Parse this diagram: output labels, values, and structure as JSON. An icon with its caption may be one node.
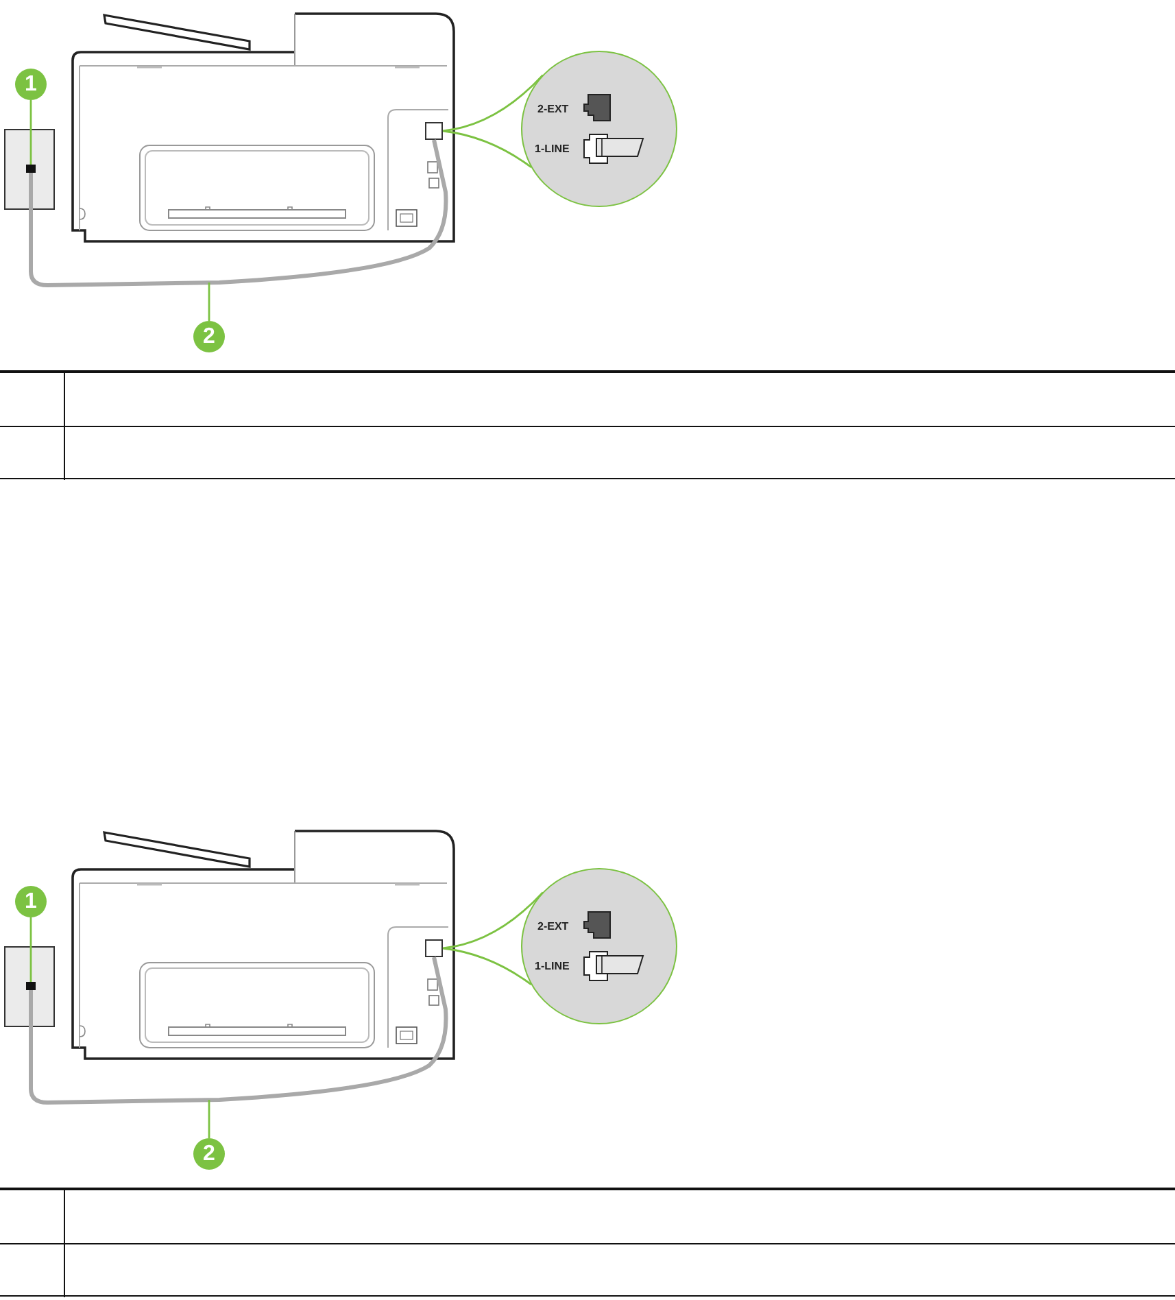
{
  "diagram": {
    "nodes": [
      {
        "text": [
          "1"
        ]
      },
      {
        "text": [],
        "shape": "box"
      },
      {
        "text": [],
        "shape": "box",
        "in": 1
      },
      {
        "text": [],
        "shape": "picture"
      },
      {
        "text": [],
        "shape": "box",
        "in": 3
      },
      {
        "text": [
          "2-EXT",
          "1-LINE"
        ]
      },
      {
        "text": [
          "2"
        ]
      },
      {
        "text": [
          "1"
        ]
      },
      {
        "text": [],
        "shape": "box"
      },
      {
        "text": [],
        "shape": "box",
        "in": 8
      },
      {
        "text": [],
        "shape": "picture"
      },
      {
        "text": [],
        "shape": "box",
        "in": 10
      },
      {
        "text": [
          "2-EXT",
          "1-LINE"
        ]
      },
      {
        "text": [
          "2"
        ]
      }
    ],
    "edges": [
      {
        "from": 0,
        "to": 2,
        "arrow": "none"
      },
      {
        "from": 2,
        "to": 4,
        "arrow": "none",
        "style": "thick",
        "color": "#a9a9a9"
      },
      {
        "from": 5,
        "to": 4,
        "arrow": "none"
      },
      {
        "from": 6,
        "to": null,
        "arrow": "none"
      },
      {
        "from": 7,
        "to": 9,
        "arrow": "none"
      },
      {
        "from": 9,
        "to": 11,
        "arrow": "none",
        "style": "thick",
        "color": "#a9a9a9"
      },
      {
        "from": 12,
        "to": 11,
        "arrow": "none"
      },
      {
        "from": 13,
        "to": null,
        "arrow": "none"
      }
    ]
  }
}
